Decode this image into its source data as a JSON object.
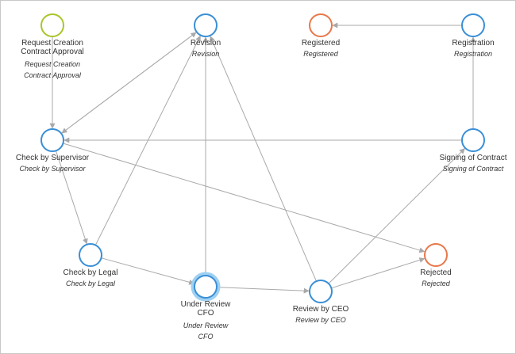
{
  "colors": {
    "edge": "#a9a9a9",
    "node_default": "#3a8fd6",
    "node_start": "#a9c52b",
    "node_final": "#e8784a",
    "node_selected_glow": "#9fd0f2"
  },
  "nodes": [
    {
      "id": "request",
      "type": "start",
      "title_lines": [
        "Request Creation",
        "Contract Approval"
      ],
      "subtitle_lines": [
        "Request Creation",
        "Contract Approval"
      ]
    },
    {
      "id": "revision",
      "type": "default",
      "title_lines": [
        "Revision"
      ],
      "subtitle_lines": [
        "Revision"
      ]
    },
    {
      "id": "registered",
      "type": "final",
      "title_lines": [
        "Registered"
      ],
      "subtitle_lines": [
        "Registered"
      ]
    },
    {
      "id": "registration",
      "type": "default",
      "title_lines": [
        "Registration"
      ],
      "subtitle_lines": [
        "Registration"
      ]
    },
    {
      "id": "supervisor",
      "type": "default",
      "title_lines": [
        "Check by Supervisor"
      ],
      "subtitle_lines": [
        "Check by Supervisor"
      ]
    },
    {
      "id": "signing",
      "type": "default",
      "title_lines": [
        "Signing of Contract"
      ],
      "subtitle_lines": [
        "Signing of Contract"
      ]
    },
    {
      "id": "legal",
      "type": "default",
      "title_lines": [
        "Check by Legal"
      ],
      "subtitle_lines": [
        "Check by Legal"
      ]
    },
    {
      "id": "cfo",
      "type": "selected",
      "title_lines": [
        "Under Review",
        "CFO"
      ],
      "subtitle_lines": [
        "Under Review",
        "CFO"
      ]
    },
    {
      "id": "ceo",
      "type": "default",
      "title_lines": [
        "Review by CEO"
      ],
      "subtitle_lines": [
        "Review by CEO"
      ]
    },
    {
      "id": "rejected",
      "type": "final",
      "title_lines": [
        "Rejected"
      ],
      "subtitle_lines": [
        "Rejected"
      ]
    }
  ],
  "edges": [
    {
      "from": "request",
      "to": "supervisor"
    },
    {
      "from": "supervisor",
      "to": "revision"
    },
    {
      "from": "revision",
      "to": "supervisor"
    },
    {
      "from": "supervisor",
      "to": "legal"
    },
    {
      "from": "supervisor",
      "to": "rejected"
    },
    {
      "from": "legal",
      "to": "revision"
    },
    {
      "from": "legal",
      "to": "cfo"
    },
    {
      "from": "cfo",
      "to": "revision"
    },
    {
      "from": "cfo",
      "to": "ceo"
    },
    {
      "from": "ceo",
      "to": "revision"
    },
    {
      "from": "ceo",
      "to": "rejected"
    },
    {
      "from": "ceo",
      "to": "signing"
    },
    {
      "from": "signing",
      "to": "supervisor"
    },
    {
      "from": "signing",
      "to": "registration"
    },
    {
      "from": "registration",
      "to": "registered"
    }
  ]
}
